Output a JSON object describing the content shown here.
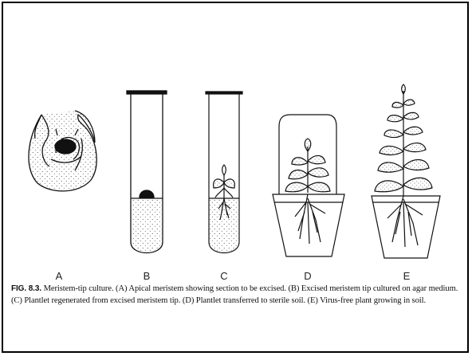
{
  "figure": {
    "panels": [
      {
        "id": "A",
        "label": "A"
      },
      {
        "id": "B",
        "label": "B"
      },
      {
        "id": "C",
        "label": "C"
      },
      {
        "id": "D",
        "label": "D"
      },
      {
        "id": "E",
        "label": "E"
      }
    ],
    "caption_label": "FIG. 8.3.",
    "caption_text": "Meristem-tip culture. (A) Apical meristem showing section to be excised. (B) Excised meristem tip cultured on agar medium. (C) Plantlet regenerated from excised meristem tip. (D) Plantlet transferred to sterile soil. (E) Virus-free plant growing in soil."
  },
  "colors": {
    "ink": "#111111",
    "background": "#ffffff"
  }
}
